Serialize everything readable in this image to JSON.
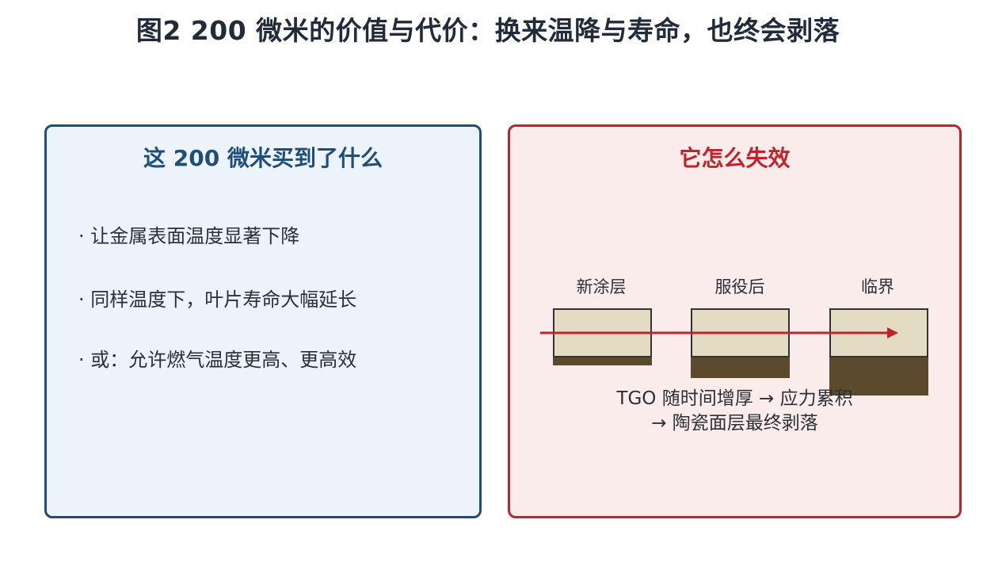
{
  "title": "图2  200 微米的价值与代价：换来温降与寿命，也终会剥落",
  "left_panel": {
    "title": "这 200 微米买到了什么",
    "bullets": [
      "· 让金属表面温度显著下降",
      "· 同样温度下，叶片寿命大幅延长",
      "· 或：允许燃气温度更高、更高效"
    ]
  },
  "right_panel": {
    "title": "它怎么失效",
    "stages": [
      "新涂层",
      "服役后",
      "临界"
    ],
    "tgo_relative_thickness": [
      0.2,
      0.45,
      0.8
    ],
    "caption_line1": "TGO 随时间增厚 → 应力累积",
    "caption_line2": "→ 陶瓷面层最终剥落"
  },
  "colors": {
    "left_accent": "#1f4e7a",
    "right_accent": "#c1232b",
    "ceramic": "#e4dbc4",
    "tgo": "#5c4a2c"
  }
}
